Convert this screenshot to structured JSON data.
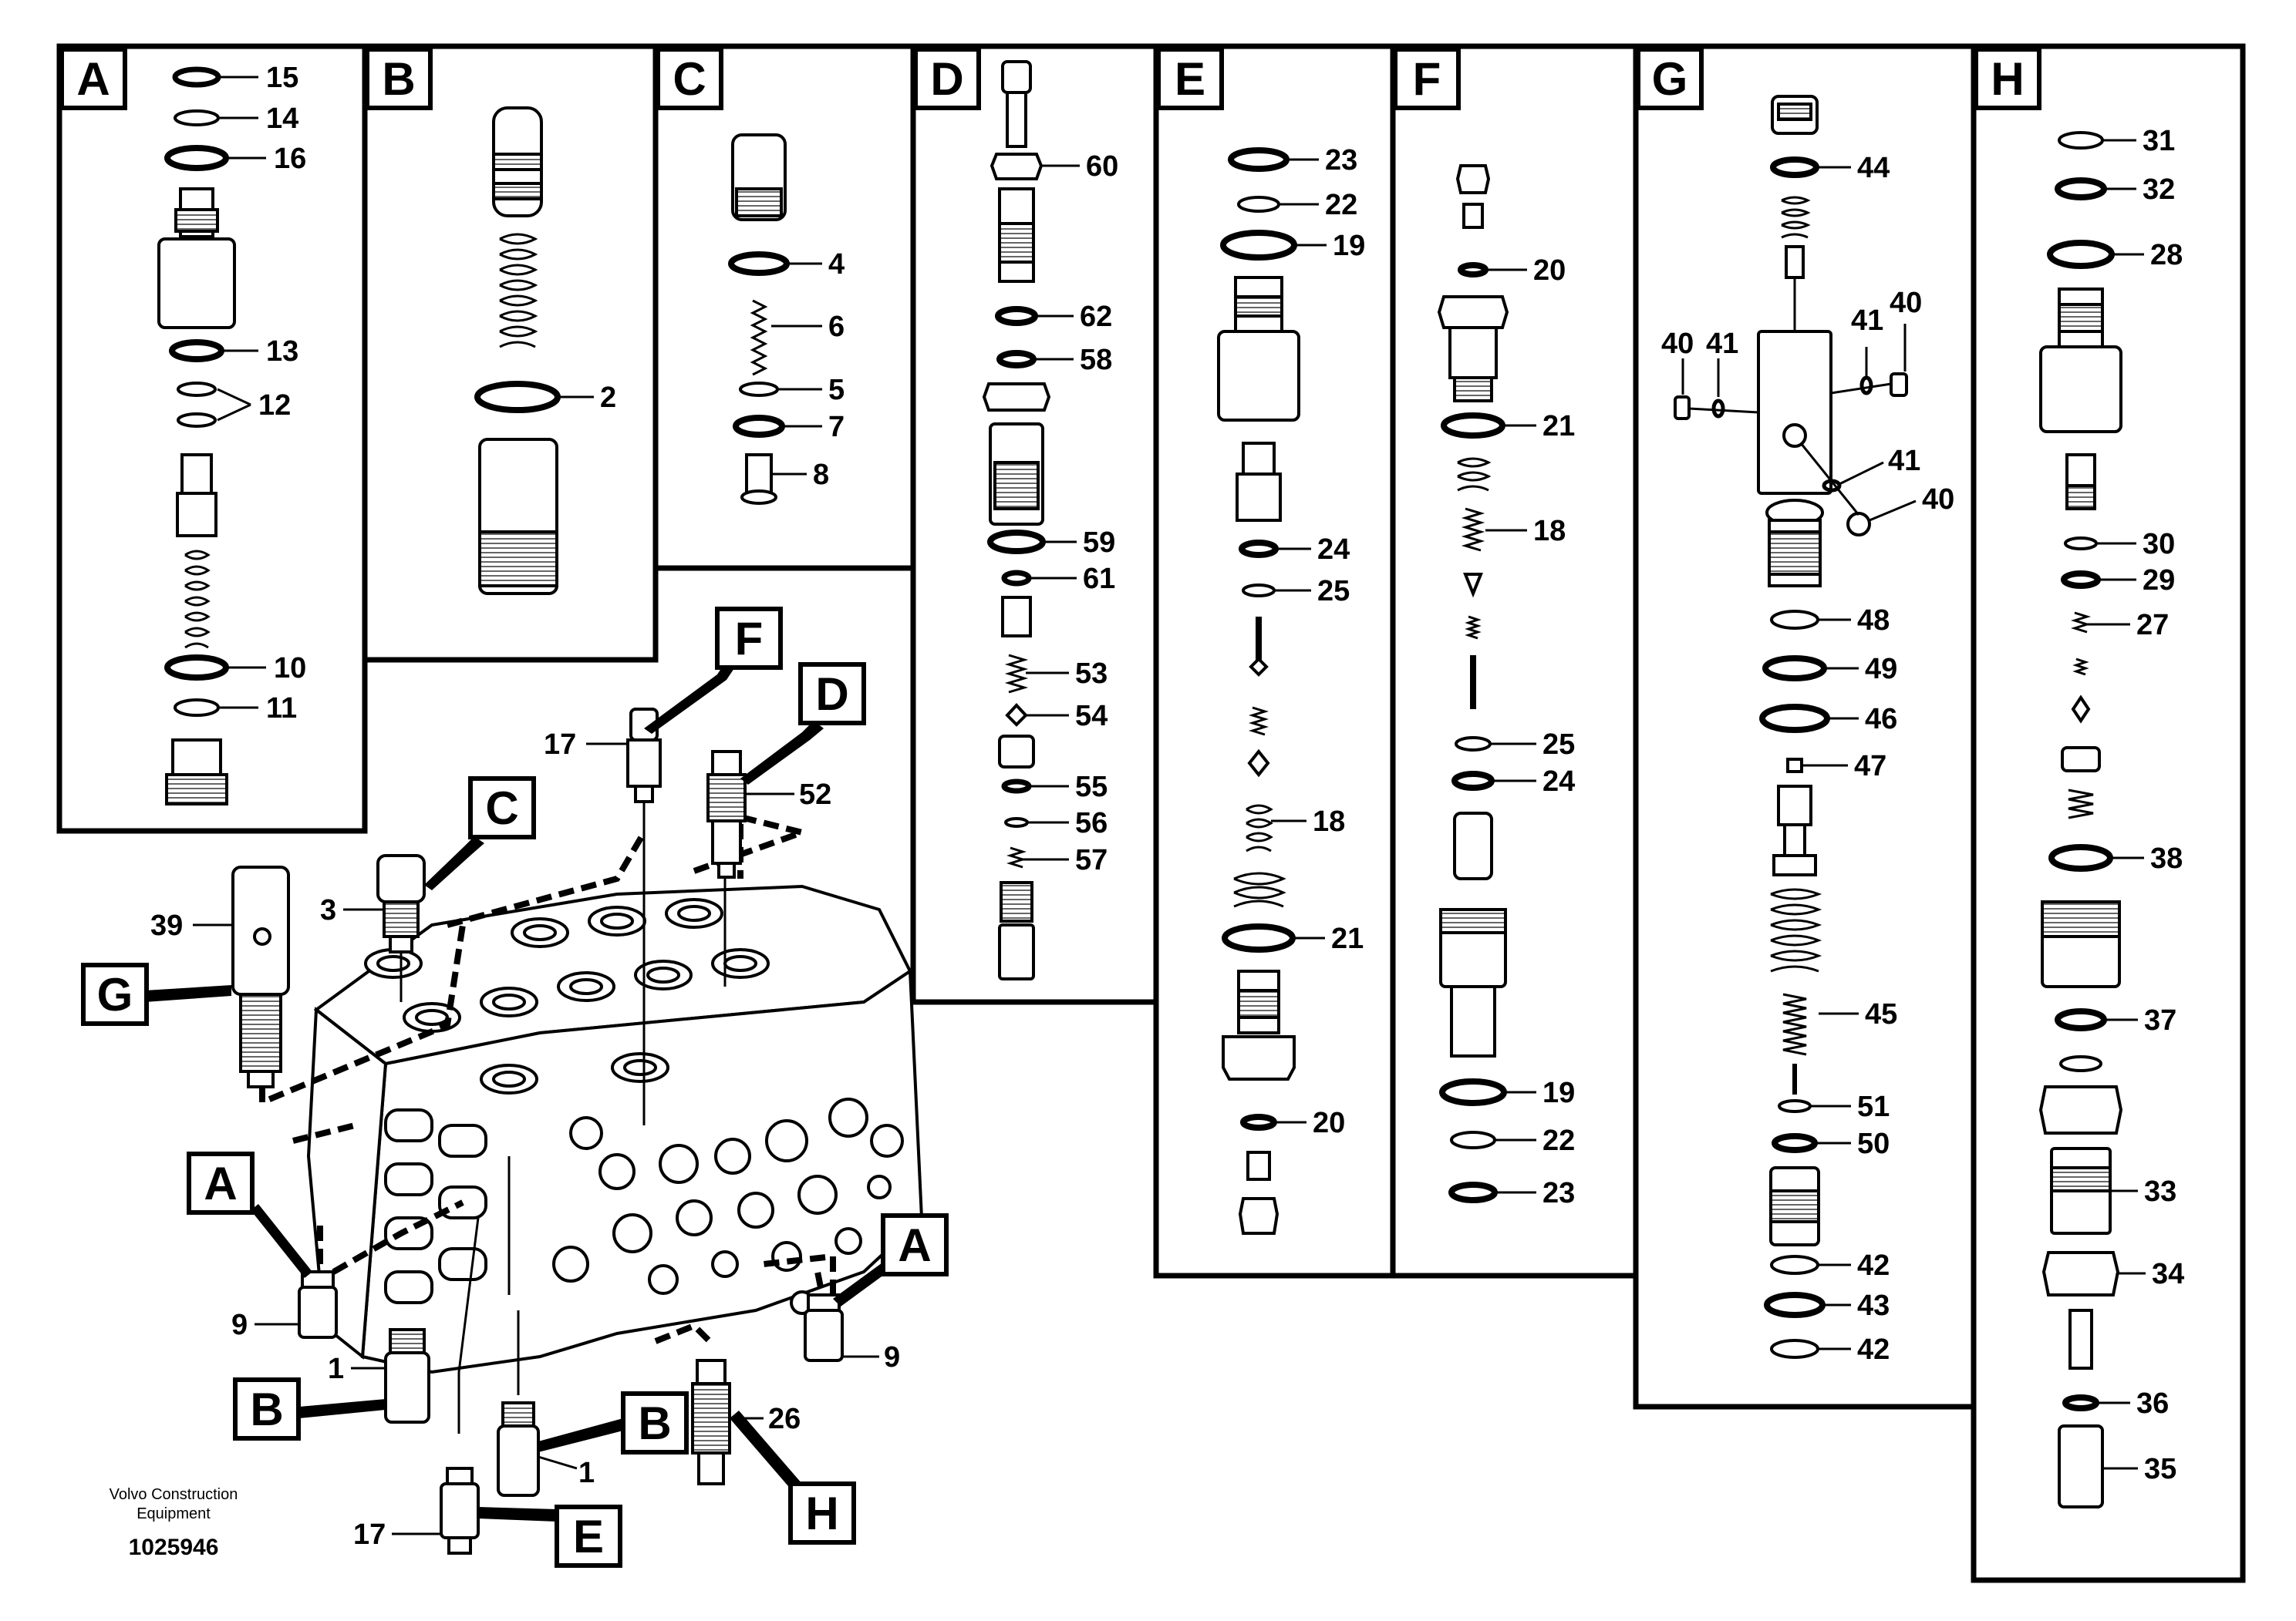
{
  "footer": {
    "company_line1": "Volvo Construction",
    "company_line2": "Equipment",
    "drawing_number": "1025946"
  },
  "panels": {
    "A": {
      "letter": "A",
      "callouts": [
        "15",
        "14",
        "16",
        "13",
        "12",
        "10",
        "11"
      ]
    },
    "B": {
      "letter": "B",
      "callouts": [
        "2"
      ]
    },
    "C": {
      "letter": "C",
      "callouts": [
        "4",
        "6",
        "5",
        "7",
        "8"
      ]
    },
    "D": {
      "letter": "D",
      "callouts": [
        "60",
        "62",
        "58",
        "59",
        "61",
        "53",
        "54",
        "55",
        "56",
        "57"
      ]
    },
    "E": {
      "letter": "E",
      "callouts": [
        "23",
        "22",
        "19",
        "24",
        "25",
        "18",
        "21",
        "20"
      ]
    },
    "F": {
      "letter": "F",
      "callouts": [
        "20",
        "21",
        "18",
        "25",
        "24",
        "19",
        "22",
        "23"
      ]
    },
    "G": {
      "letter": "G",
      "callouts": [
        "44",
        "41",
        "40",
        "40",
        "41",
        "41",
        "40",
        "48",
        "49",
        "46",
        "47",
        "45",
        "51",
        "50",
        "42",
        "43",
        "42"
      ]
    },
    "H": {
      "letter": "H",
      "callouts": [
        "31",
        "32",
        "28",
        "30",
        "29",
        "27",
        "38",
        "37",
        "33",
        "34",
        "36",
        "35"
      ]
    }
  },
  "assembly": {
    "tags": [
      "F",
      "D",
      "C",
      "G",
      "A",
      "A",
      "B",
      "B",
      "H",
      "E"
    ],
    "callouts": [
      "17",
      "52",
      "3",
      "39",
      "9",
      "9",
      "1",
      "1",
      "26",
      "17"
    ]
  },
  "colors": {
    "ink": "#000000",
    "paper": "#ffffff"
  }
}
